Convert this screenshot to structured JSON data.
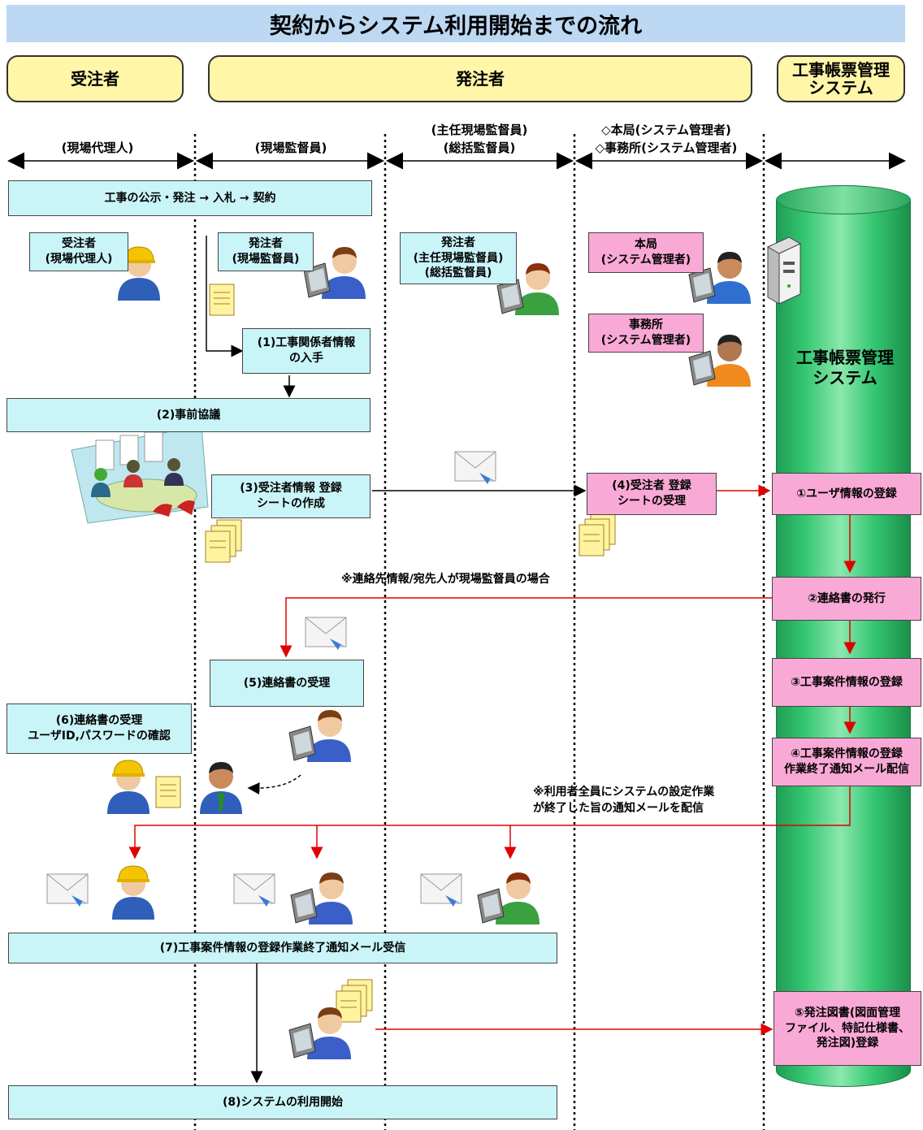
{
  "title": "契約からシステム利用開始までの流れ",
  "headers": {
    "contractor": "受注者",
    "orderer": "発注者",
    "system": "工事帳票管理\nシステム"
  },
  "lanes": {
    "site_agent": "(現場代理人)",
    "site_supervisor": "(現場監督員)",
    "chief_supervisor_line1": "(主任現場監督員)",
    "chief_supervisor_line2": "(総括監督員)",
    "admin_line1": "◇本局(システム管理者)",
    "admin_line2": "◇事務所(システム管理者)"
  },
  "boxes": {
    "bidding": "工事の公示・発注 → 入札 → 契約",
    "role_contractor": "受注者\n(現場代理人)",
    "role_site_supervisor": "発注者\n(現場監督員)",
    "role_chief": "発注者\n(主任現場監督員)\n(総括監督員)",
    "role_hq": "本局\n(システム管理者)",
    "role_office": "事務所\n(システム管理者)",
    "step1": "(1)工事関係者情報\nの入手",
    "step2": "(2)事前協議",
    "step3": "(3)受注者情報 登録\nシートの作成",
    "step4": "(4)受注者 登録\nシートの受理",
    "step5": "(5)連絡書の受理",
    "step6": "(6)連絡書の受理\nユーザID,パスワードの確認",
    "step7": "(7)工事案件情報の登録作業終了通知メール受信",
    "step8": "(8)システムの利用開始"
  },
  "system_steps": {
    "s1": "①ユーザ情報の登録",
    "s2": "②連絡書の発行",
    "s3": "③工事案件情報の登録",
    "s4": "④工事案件情報の登録\n作業終了通知メール配信",
    "s5": "⑤発注図書(図面管理\nファイル、特記仕様書、\n発注図)登録"
  },
  "system_label": "工事帳票管理\nシステム",
  "notes": {
    "note1": "※連絡先情報/宛先人が現場監督員の場合",
    "note2": "※利用者全員にシステムの設定作業\nが終了した旨の通知メールを配信"
  },
  "colors": {
    "title_bg": "#bcd8f2",
    "header_bg": "#fff6a8",
    "cyan_box": "#c9f4f8",
    "pink_box": "#f9a9d6",
    "system_green": "#36c873",
    "arrow_red": "#e00000"
  }
}
